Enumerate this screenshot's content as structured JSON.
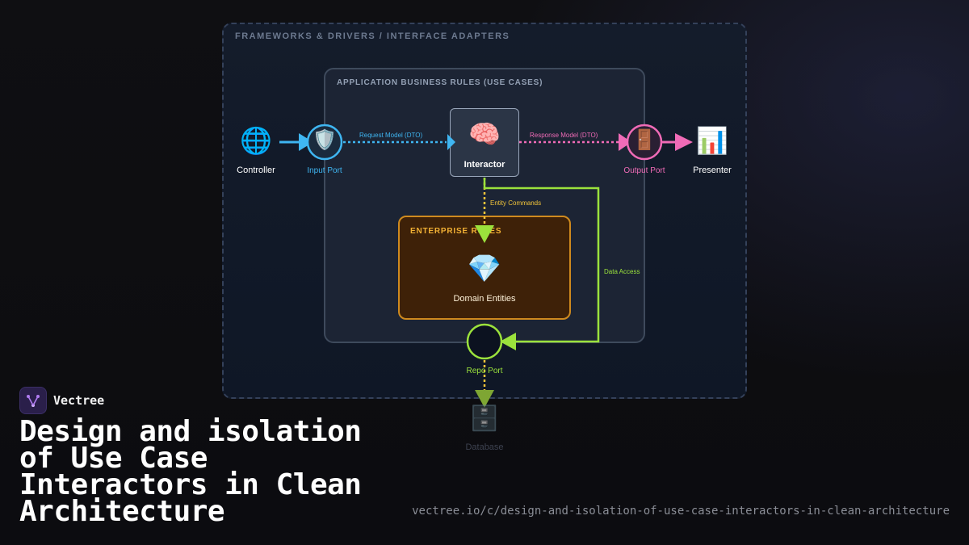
{
  "diagram": {
    "layers": {
      "outer": "FRAMEWORKS & DRIVERS / INTERFACE ADAPTERS",
      "app": "APPLICATION BUSINESS RULES (USE CASES)",
      "enterprise": "ENTERPRISE RULES"
    },
    "nodes": {
      "controller": {
        "icon": "globe-icon",
        "glyph": "🌐",
        "label": "Controller"
      },
      "input_port": {
        "icon": "shield-icon",
        "glyph": "🛡️",
        "label": "Input Port"
      },
      "interactor": {
        "icon": "brain-icon",
        "glyph": "🧠",
        "label": "Interactor"
      },
      "output_port": {
        "icon": "door-icon",
        "glyph": "🚪",
        "label": "Output Port"
      },
      "presenter": {
        "icon": "bar-chart-icon",
        "glyph": "📊",
        "label": "Presenter"
      },
      "domain_entities": {
        "icon": "gem-icon",
        "glyph": "💎",
        "label": "Domain Entities"
      },
      "repo_port": {
        "label": "Repo Port"
      },
      "database": {
        "icon": "file-cabinet-icon",
        "glyph": "🗄️",
        "label": "Database"
      }
    },
    "edges": {
      "request_model": "Request Model (DTO)",
      "response_model": "Response Model (DTO)",
      "entity_commands": "Entity Commands",
      "data_access": "Data Access"
    },
    "colors": {
      "blue": "#3fb6f2",
      "pink": "#f06bb7",
      "green": "#9be23c",
      "yellow": "#f2c43a",
      "amber": "#cf8a1e"
    }
  },
  "branding": {
    "name": "Vectree",
    "title": "Design and isolation of Use Case Interactors in Clean Architecture",
    "url": "vectree.io/c/design-and-isolation-of-use-case-interactors-in-clean-architecture"
  }
}
